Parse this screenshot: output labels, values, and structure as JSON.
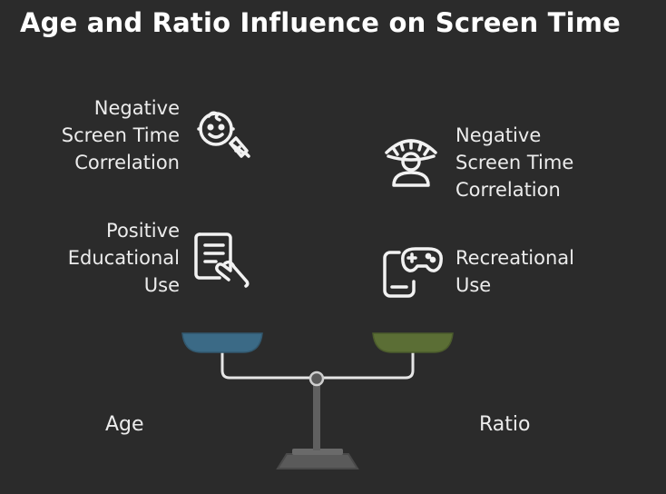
{
  "title": "Age and Ratio Influence on Screen Time",
  "left_side": {
    "name": "Age",
    "pan_color": "#3b6a86",
    "items": [
      {
        "lines": [
          "Negative",
          "Screen Time",
          "Correlation"
        ],
        "icon": "baby-face-icon"
      },
      {
        "lines": [
          "Positive",
          "Educational",
          "Use"
        ],
        "icon": "document-hand-icon"
      }
    ]
  },
  "right_side": {
    "name": "Ratio",
    "pan_color": "#5b6e35",
    "items": [
      {
        "lines": [
          "Negative",
          "Screen Time",
          "Correlation"
        ],
        "icon": "elder-person-icon"
      },
      {
        "lines": [
          "Recreational",
          "Use"
        ],
        "icon": "game-controller-phone-icon"
      }
    ]
  }
}
